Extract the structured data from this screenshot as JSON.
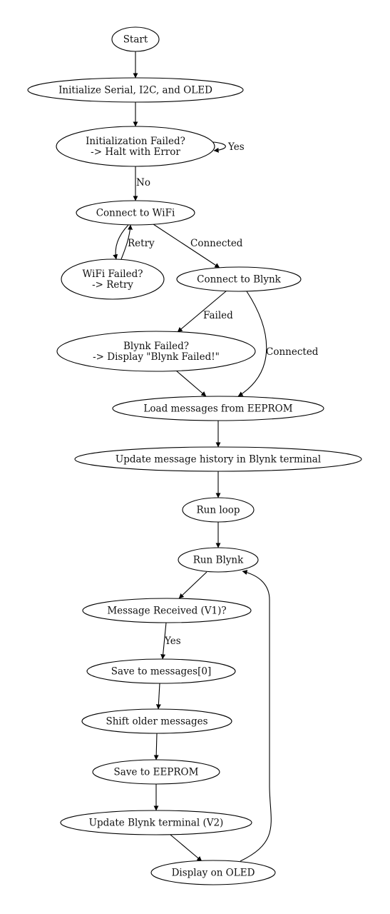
{
  "nodes": {
    "start": [
      "Start"
    ],
    "init": [
      "Initialize Serial, I2C, and OLED"
    ],
    "init_failed": [
      "Initialization Failed?",
      "-> Halt with Error"
    ],
    "wifi": [
      "Connect to WiFi"
    ],
    "wifi_failed": [
      "WiFi Failed?",
      "-> Retry"
    ],
    "blynk": [
      "Connect to Blynk"
    ],
    "blynk_failed": [
      "Blynk Failed?",
      "-> Display \"Blynk Failed!\""
    ],
    "load": [
      "Load messages from EEPROM"
    ],
    "update_history": [
      "Update message history in Blynk terminal"
    ],
    "run_loop": [
      "Run loop"
    ],
    "run_blynk": [
      "Run Blynk"
    ],
    "msg_received": [
      "Message Received (V1)?"
    ],
    "save_msg": [
      "Save to messages[0]"
    ],
    "shift": [
      "Shift older messages"
    ],
    "save_eeprom": [
      "Save to EEPROM"
    ],
    "update_terminal": [
      "Update Blynk terminal (V2)"
    ],
    "display": [
      "Display on OLED"
    ]
  },
  "edge_labels": {
    "yes_init": "Yes",
    "no_init": "No",
    "retry": "Retry",
    "connected_wifi": "Connected",
    "failed_blynk": "Failed",
    "connected_blynk": "Connected",
    "yes_msg": "Yes"
  }
}
